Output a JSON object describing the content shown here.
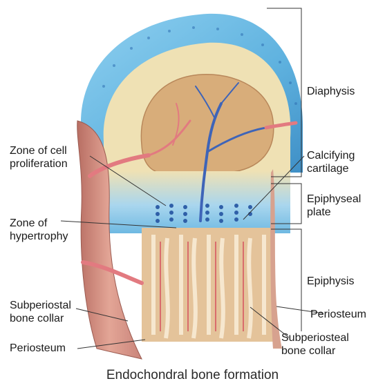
{
  "caption": "Endochondral bone formation",
  "labels": {
    "diaphysis": "Diaphysis",
    "zone_cell_proliferation": [
      "Zone of cell",
      "proliferation"
    ],
    "calcifying_cartilage": [
      "Calcifying",
      "cartilage"
    ],
    "epiphyseal_plate": [
      "Epiphyseal",
      "plate"
    ],
    "zone_hypertrophy": [
      "Zone of",
      "hypertrophy"
    ],
    "epiphysis": "Epiphysis",
    "periosteum_right": "Periosteum",
    "subperiosteal_collar_left": [
      "Subperiostal",
      "bone collar"
    ],
    "subperiosteal_collar_right": [
      "Subperiosteal",
      "bone collar"
    ],
    "periosteum_left": "Periosteum"
  },
  "colors": {
    "cartilage_blue": "#5fb2df",
    "bone_cream": "#efe1b4",
    "marrow_tan": "#d8ad7a",
    "periosteum_pink": "#d9968a",
    "artery_red": "#e27a80",
    "vein_blue": "#3e64b8",
    "trabecular_tan": "#e4c39a"
  }
}
